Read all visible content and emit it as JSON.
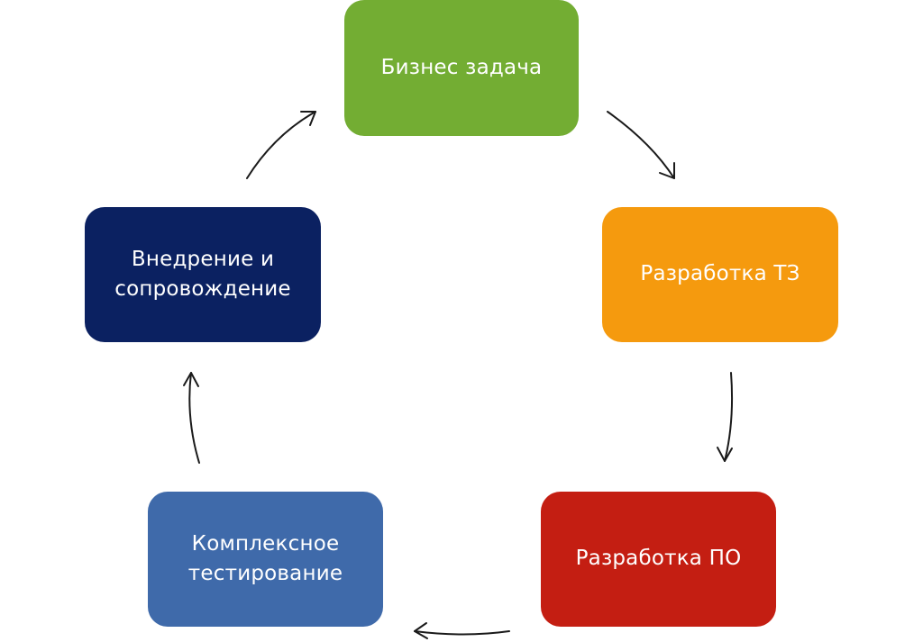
{
  "diagram": {
    "nodes": [
      {
        "id": "business",
        "label": "Бизнес задача",
        "color": "#73AD33"
      },
      {
        "id": "tz",
        "label": "Разработка ТЗ",
        "color": "#F59A0E"
      },
      {
        "id": "dev",
        "label": "Разработка ПО",
        "color": "#C41E12"
      },
      {
        "id": "test",
        "label": "Комплексное\nтестирование",
        "color": "#3F6AAA"
      },
      {
        "id": "deploy",
        "label": "Внедрение и\nсопровождение",
        "color": "#0B2161"
      }
    ],
    "edges": [
      {
        "from": "business",
        "to": "tz"
      },
      {
        "from": "tz",
        "to": "dev"
      },
      {
        "from": "dev",
        "to": "test"
      },
      {
        "from": "test",
        "to": "deploy"
      },
      {
        "from": "deploy",
        "to": "business"
      }
    ],
    "arrow_color": "#1a1a1a"
  }
}
